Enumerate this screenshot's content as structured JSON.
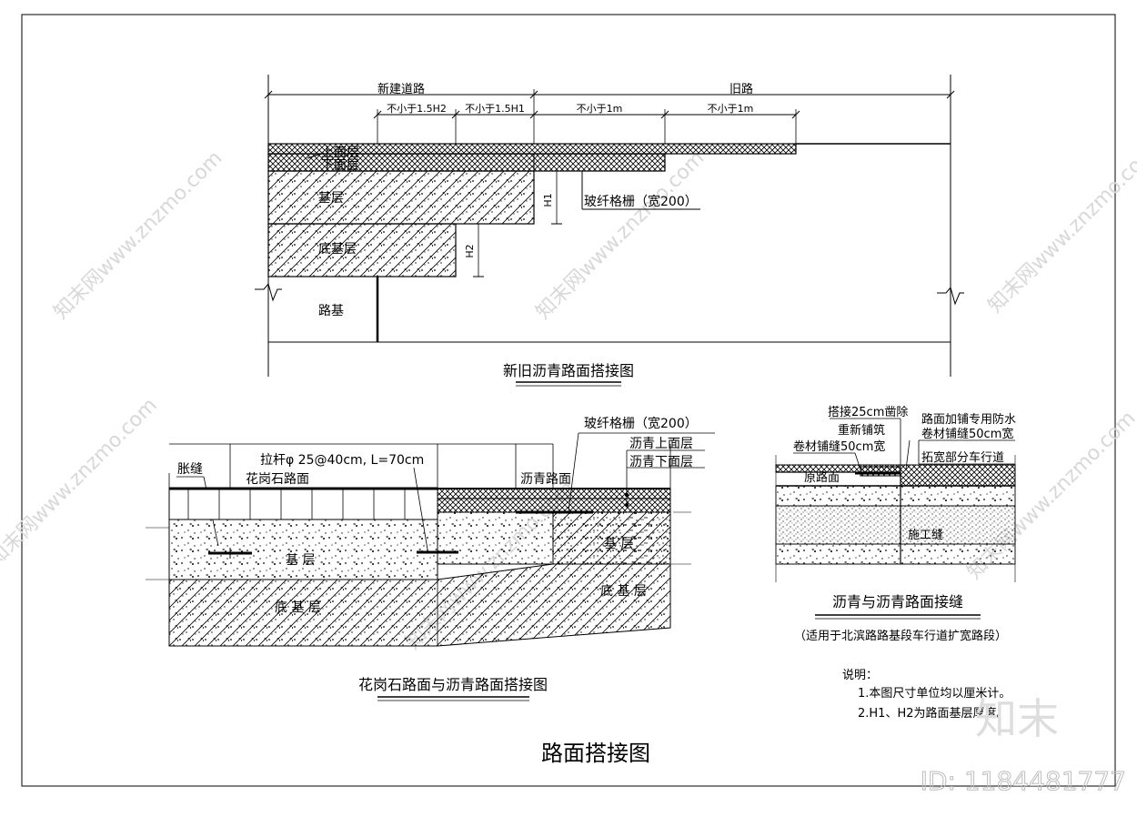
{
  "drawing": {
    "main_title": "路面搭接图",
    "id_label": "ID: 1184481777",
    "brand_mark": "知末",
    "watermark": "知末网www.znzmo.com"
  },
  "fig1": {
    "title": "新旧沥青路面搭接图",
    "dim_new_road": "新建道路",
    "dim_old_road": "旧路",
    "dim_h2": "不小于1.5H2",
    "dim_h1": "不小于1.5H1",
    "dim_1m_a": "不小于1m",
    "dim_1m_b": "不小于1m",
    "layer_upper": "上面层",
    "layer_lower": "下面层",
    "layer_base": "基层",
    "layer_subbase": "底基层",
    "layer_subgrade": "路基",
    "label_h1": "H1",
    "label_h2": "H2",
    "glass_grid": "玻纤格栅（宽200）"
  },
  "fig2": {
    "title": "花岗石路面与沥青路面搭接图",
    "expansion_joint": "胀缝",
    "tie_bar": "拉杆φ 25@40cm, L=70cm",
    "granite_surface": "花岗石路面",
    "asphalt_surface": "沥青路面",
    "glass_grid": "玻纤格栅（宽200）",
    "asphalt_upper": "沥青上面层",
    "asphalt_lower": "沥青下面层",
    "base_left": "基 层",
    "base_right": "基 层",
    "subbase_left": "底 基 层",
    "subbase_right": "底 基 层"
  },
  "fig3": {
    "title": "沥青与沥青路面接缝",
    "subtitle": "（适用于北滨路路基段车行道扩宽路段）",
    "lap_note_1": "搭接25cm凿除",
    "lap_note_2": "重新铺筑",
    "membrane_1": "卷材铺缝50cm宽",
    "waterproof_1": "路面加铺专用防水",
    "waterproof_2": "卷材铺缝50cm宽",
    "widening": "拓宽部分车行道",
    "original": "原路面",
    "construction_joint": "施工缝"
  },
  "notes": {
    "heading": "说明：",
    "item_1": "1.本图尺寸单位均以厘米计。",
    "item_2": "2.H1、H2为路面基层厚度。"
  }
}
